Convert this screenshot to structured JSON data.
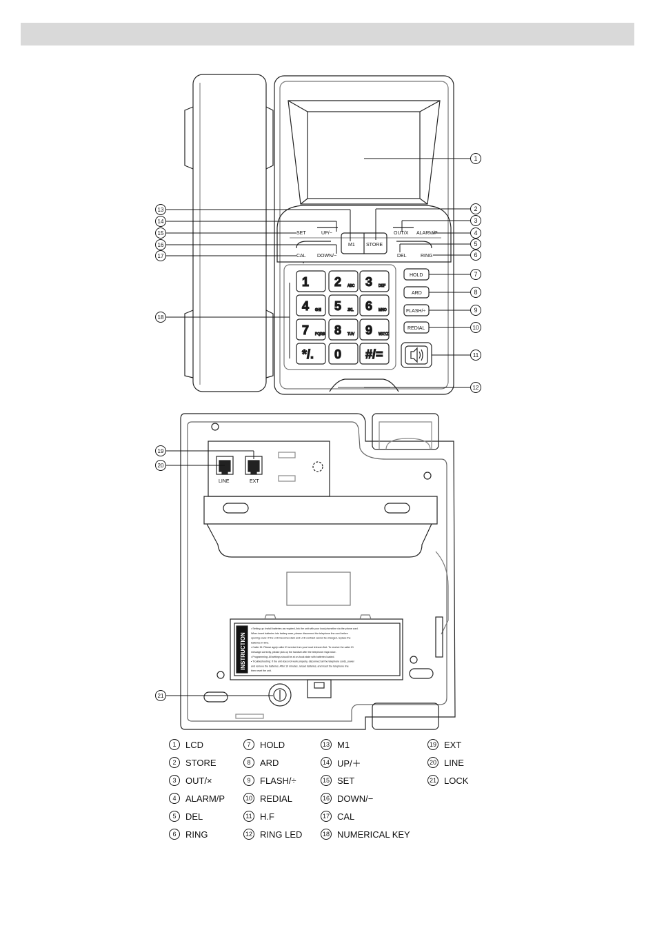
{
  "front_view": {
    "buttons": {
      "m1": "M1",
      "store": "STORE",
      "set": "SET",
      "up": "UP/−",
      "out": "OUT/X",
      "alarm": "ALARM/P",
      "cal": "CAL",
      "down": "DOWN/−",
      "del": "DEL",
      "ring": "RING",
      "hold": "HOLD",
      "ard": "ARD",
      "flash": "FLASH/÷",
      "redial": "REDIAL"
    },
    "keypad": [
      {
        "digit": "1",
        "sub": ""
      },
      {
        "digit": "2",
        "sub": "ABC"
      },
      {
        "digit": "3",
        "sub": "DEF"
      },
      {
        "digit": "4",
        "sub": "GHI"
      },
      {
        "digit": "5",
        "sub": "JKL"
      },
      {
        "digit": "6",
        "sub": "MNO"
      },
      {
        "digit": "7",
        "sub": "PQRS"
      },
      {
        "digit": "8",
        "sub": "TUV"
      },
      {
        "digit": "9",
        "sub": "WXYZ"
      },
      {
        "digit": "*/.",
        "sub": ""
      },
      {
        "digit": "0",
        "sub": ""
      },
      {
        "digit": "#/=",
        "sub": ""
      }
    ],
    "callouts": [
      "1",
      "2",
      "3",
      "4",
      "5",
      "6",
      "7",
      "8",
      "9",
      "10",
      "11",
      "12",
      "13",
      "14",
      "15",
      "16",
      "17",
      "18"
    ]
  },
  "back_view": {
    "jack_line": "LINE",
    "jack_ext": "EXT",
    "instruction_title": "INSTRUCTION",
    "instruction_lines": [
      "• Setting up: Install batteries as required, link the unit with your local phoneline via the phone cord.",
      "When insert batteries into battery case, please disconnect the telephone line cord before",
      "opening cover. If the LCD becomes dark and LCD contrast cannot be changed, replace the",
      "batteries in time.",
      "• Caller ID: Please apply caller ID service from your local telecom first. To receive the caller ID",
      "message correctly, please pick up the handset after the telephone rings twice.",
      "• Programming: All settings should be at on-hook state with batteries loaded.",
      "• Troubleshooting: If the unit does not work properly, disconnect all the telephone cords, power",
      "and remove the batteries. After 10 minutes, reload batteries, and insert the telephone line",
      "then reset the unit."
    ],
    "callouts": [
      "19",
      "20",
      "21"
    ]
  },
  "legend": [
    {
      "num": "1",
      "label": "LCD"
    },
    {
      "num": "2",
      "label": "STORE"
    },
    {
      "num": "3",
      "label": "OUT/×"
    },
    {
      "num": "4",
      "label": "ALARM/P"
    },
    {
      "num": "5",
      "label": "DEL"
    },
    {
      "num": "6",
      "label": "RING"
    },
    {
      "num": "7",
      "label": "HOLD"
    },
    {
      "num": "8",
      "label": "ARD"
    },
    {
      "num": "9",
      "label": "FLASH/÷"
    },
    {
      "num": "10",
      "label": "REDIAL"
    },
    {
      "num": "11",
      "label": "H.F"
    },
    {
      "num": "12",
      "label": "RING LED"
    },
    {
      "num": "13",
      "label": "M1"
    },
    {
      "num": "14",
      "label": "UP/＋"
    },
    {
      "num": "15",
      "label": "SET"
    },
    {
      "num": "16",
      "label": "DOWN/−"
    },
    {
      "num": "17",
      "label": "CAL"
    },
    {
      "num": "18",
      "label": "NUMERICAL KEY"
    },
    {
      "num": "19",
      "label": "EXT"
    },
    {
      "num": "20",
      "label": "LINE"
    },
    {
      "num": "21",
      "label": "LOCK"
    }
  ]
}
